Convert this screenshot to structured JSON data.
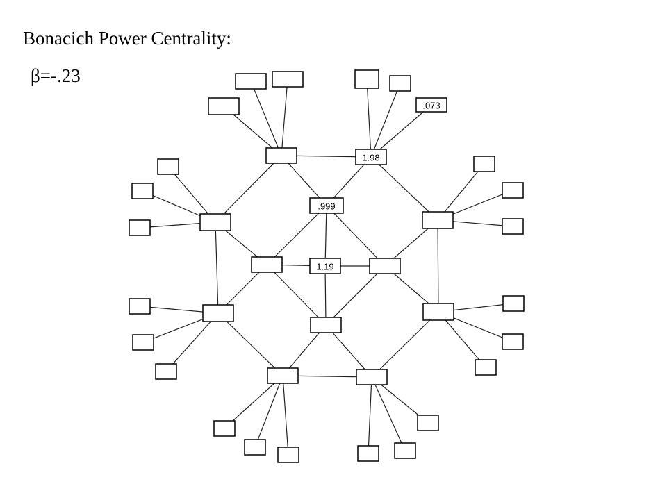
{
  "heading": {
    "title": "Bonacich Power Centrality:",
    "beta": "β=-.23"
  },
  "graph": {
    "nodes": [
      {
        "id": "top-left"
      },
      {
        "id": "top-right",
        "label": "1.98"
      },
      {
        "id": "upper-center",
        "label": ".999"
      },
      {
        "id": "center-left"
      },
      {
        "id": "center",
        "label": "1.19"
      },
      {
        "id": "center-right"
      },
      {
        "id": "lower-center"
      },
      {
        "id": "left-upper"
      },
      {
        "id": "left-lower"
      },
      {
        "id": "right-upper"
      },
      {
        "id": "right-lower"
      },
      {
        "id": "bottom-left"
      },
      {
        "id": "bottom-right"
      },
      {
        "id": "pend-tl-1"
      },
      {
        "id": "pend-tl-2"
      },
      {
        "id": "pend-tl-3"
      },
      {
        "id": "pend-tr-1"
      },
      {
        "id": "pend-tr-2"
      },
      {
        "id": "pend-tr-3",
        "label": ".073"
      },
      {
        "id": "pend-lu-1"
      },
      {
        "id": "pend-lu-2"
      },
      {
        "id": "pend-lu-3"
      },
      {
        "id": "pend-ru-1"
      },
      {
        "id": "pend-ru-2"
      },
      {
        "id": "pend-ru-3"
      },
      {
        "id": "pend-ll-1"
      },
      {
        "id": "pend-ll-2"
      },
      {
        "id": "pend-ll-3"
      },
      {
        "id": "pend-rl-1"
      },
      {
        "id": "pend-rl-2"
      },
      {
        "id": "pend-rl-3"
      },
      {
        "id": "pend-bl-1"
      },
      {
        "id": "pend-bl-2"
      },
      {
        "id": "pend-bl-3"
      },
      {
        "id": "pend-br-1"
      },
      {
        "id": "pend-br-2"
      },
      {
        "id": "pend-br-3"
      }
    ],
    "edges": [
      [
        "top-left",
        "top-right"
      ],
      [
        "top-left",
        "upper-center"
      ],
      [
        "top-right",
        "upper-center"
      ],
      [
        "top-left",
        "left-upper"
      ],
      [
        "top-right",
        "right-upper"
      ],
      [
        "left-upper",
        "left-lower"
      ],
      [
        "right-upper",
        "right-lower"
      ],
      [
        "left-upper",
        "center-left"
      ],
      [
        "right-upper",
        "center-right"
      ],
      [
        "upper-center",
        "center-left"
      ],
      [
        "upper-center",
        "center"
      ],
      [
        "upper-center",
        "center-right"
      ],
      [
        "center-left",
        "center"
      ],
      [
        "center",
        "center-right"
      ],
      [
        "center",
        "lower-center"
      ],
      [
        "center-left",
        "left-lower"
      ],
      [
        "center-left",
        "lower-center"
      ],
      [
        "center-right",
        "lower-center"
      ],
      [
        "center-right",
        "right-lower"
      ],
      [
        "lower-center",
        "bottom-left"
      ],
      [
        "lower-center",
        "bottom-right"
      ],
      [
        "left-lower",
        "bottom-left"
      ],
      [
        "right-lower",
        "bottom-right"
      ],
      [
        "bottom-left",
        "bottom-right"
      ],
      [
        "top-left",
        "pend-tl-1"
      ],
      [
        "top-left",
        "pend-tl-2"
      ],
      [
        "top-left",
        "pend-tl-3"
      ],
      [
        "top-right",
        "pend-tr-1"
      ],
      [
        "top-right",
        "pend-tr-2"
      ],
      [
        "top-right",
        "pend-tr-3"
      ],
      [
        "left-upper",
        "pend-lu-1"
      ],
      [
        "left-upper",
        "pend-lu-2"
      ],
      [
        "left-upper",
        "pend-lu-3"
      ],
      [
        "right-upper",
        "pend-ru-1"
      ],
      [
        "right-upper",
        "pend-ru-2"
      ],
      [
        "right-upper",
        "pend-ru-3"
      ],
      [
        "left-lower",
        "pend-ll-1"
      ],
      [
        "left-lower",
        "pend-ll-2"
      ],
      [
        "left-lower",
        "pend-ll-3"
      ],
      [
        "right-lower",
        "pend-rl-1"
      ],
      [
        "right-lower",
        "pend-rl-2"
      ],
      [
        "right-lower",
        "pend-rl-3"
      ],
      [
        "bottom-left",
        "pend-bl-1"
      ],
      [
        "bottom-left",
        "pend-bl-2"
      ],
      [
        "bottom-left",
        "pend-bl-3"
      ],
      [
        "bottom-right",
        "pend-br-1"
      ],
      [
        "bottom-right",
        "pend-br-2"
      ],
      [
        "bottom-right",
        "pend-br-3"
      ]
    ]
  }
}
